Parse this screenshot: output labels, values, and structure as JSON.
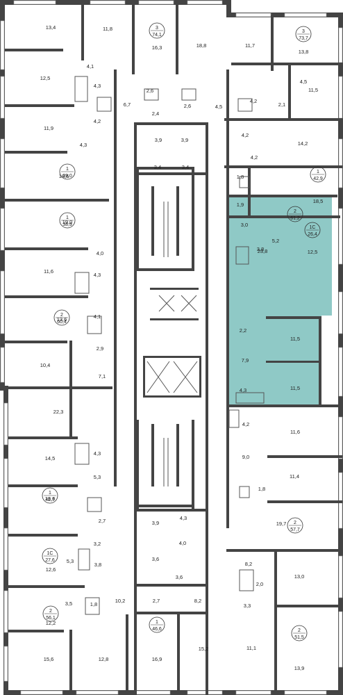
{
  "colors": {
    "highlight": "#8fc9c6",
    "wall": "#444444",
    "background": "#ffffff"
  },
  "rooms": [
    "13,4",
    "11,8",
    "16,3",
    "18,8",
    "11,7",
    "13,8",
    "12,5",
    "4,1",
    "4,3",
    "4,2",
    "2,6",
    "6,7",
    "2,4",
    "2,6",
    "4,5",
    "4,5",
    "4,2",
    "2,1",
    "11,5",
    "11,9",
    "4,3",
    "3,9",
    "3,9",
    "4,2",
    "14,2",
    "18,6",
    "3,4",
    "3,4",
    "4,2",
    "1,8",
    "18,5",
    "1,9",
    "19,0",
    "3,0",
    "5,2",
    "12,5",
    "3,8",
    "4,0",
    "11,6",
    "4,3",
    "23,8",
    "4,1",
    "13,6",
    "2,2",
    "11,5",
    "2,9",
    "10,4",
    "7,9",
    "7,1",
    "11,5",
    "4,3",
    "22,3",
    "4,2",
    "4,3",
    "14,5",
    "11,6",
    "9,0",
    "5,3",
    "11,4",
    "1,8",
    "18,6",
    "2,7",
    "19,7",
    "3,9",
    "4,3",
    "3,2",
    "4,0",
    "8,2",
    "5,3",
    "3,8",
    "3,6",
    "12,6",
    "3,6",
    "13,0",
    "2,0",
    "10,2",
    "3,5",
    "1,8",
    "2,7",
    "8,2",
    "3,3",
    "12,2",
    "15,6",
    "12,8",
    "16,9",
    "15,2",
    "11,1",
    "13,9"
  ],
  "apartments": [
    {
      "rooms": "3",
      "area": "74,1"
    },
    {
      "rooms": "3",
      "area": "73,7"
    },
    {
      "rooms": "1",
      "area": "39,0"
    },
    {
      "rooms": "1",
      "area": "42,9"
    },
    {
      "rooms": "1",
      "area": "38,9"
    },
    {
      "rooms": "1С",
      "area": "26,4"
    },
    {
      "rooms": "2",
      "area": "61,2"
    },
    {
      "rooms": "2",
      "area": "60,4"
    },
    {
      "rooms": "1",
      "area": "42,7"
    },
    {
      "rooms": "2",
      "area": "57,7"
    },
    {
      "rooms": "1С",
      "area": "27,6"
    },
    {
      "rooms": "2",
      "area": "56,1"
    },
    {
      "rooms": "1",
      "area": "46,6"
    },
    {
      "rooms": "2",
      "area": "51,5"
    }
  ]
}
